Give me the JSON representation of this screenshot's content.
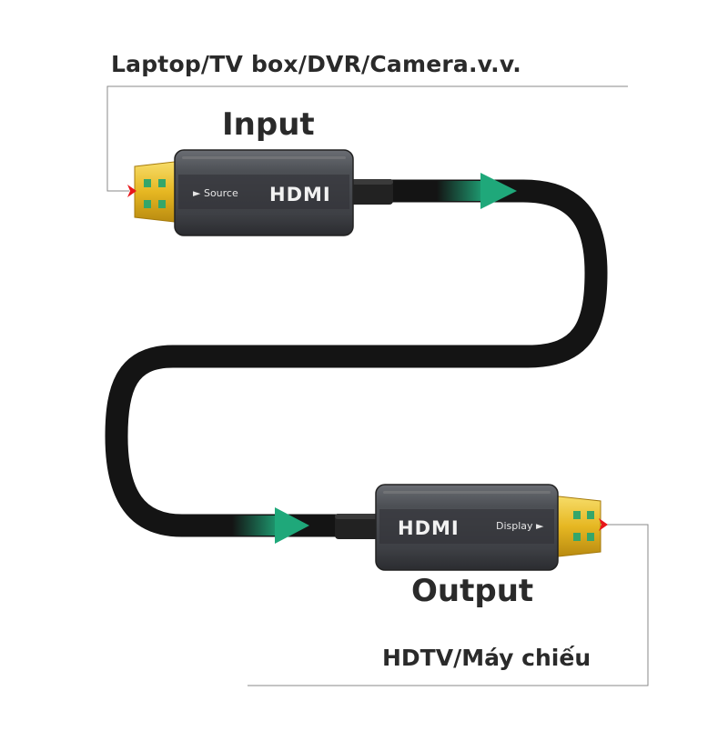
{
  "labels": {
    "source_devices": "Laptop/TV box/DVR/Camera.v.v.",
    "input": "Input",
    "output": "Output",
    "display_devices": "HDTV/Máy chiếu"
  },
  "connectors": {
    "input": {
      "logo": "HDMI",
      "port_label": "► Source"
    },
    "output": {
      "logo": "HDMI",
      "port_label": "Display ►"
    }
  },
  "colors": {
    "cable": "#141414",
    "arrow": "#1fa87a",
    "pointer": "#e8161b",
    "gold": "#e6b722",
    "housing": "#4b4d52",
    "callout_line": "#8a8a8a"
  },
  "icons": [
    "hdmi-connector-icon",
    "flow-arrow-icon",
    "pointer-chevron-icon"
  ]
}
